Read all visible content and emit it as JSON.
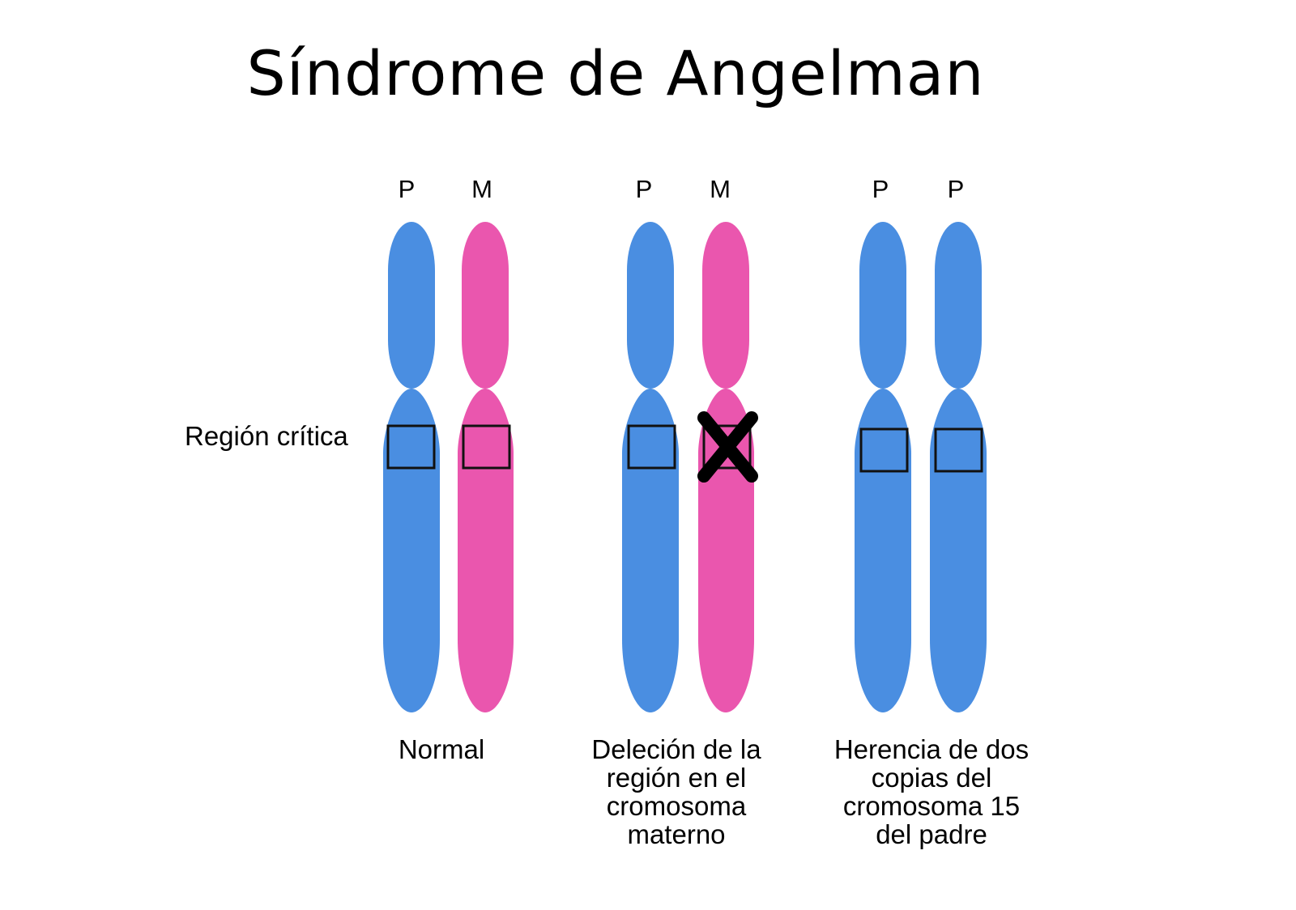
{
  "title": "Síndrome de Angelman",
  "region_label": "Región crítica",
  "colors": {
    "paternal": "#4A8EE1",
    "maternal": "#EA56AE",
    "outline": "#111111"
  },
  "groups": [
    {
      "labels": [
        "P",
        "M"
      ],
      "caption": [
        "Normal"
      ],
      "deleted": [
        false,
        false
      ]
    },
    {
      "labels": [
        "P",
        "M"
      ],
      "caption": [
        "Deleción de la",
        "región en el",
        "cromosoma",
        "materno"
      ],
      "deleted": [
        false,
        true
      ]
    },
    {
      "labels": [
        "P",
        "P"
      ],
      "caption": [
        "Herencia de dos",
        "copias del",
        "cromosoma 15",
        "del padre"
      ],
      "deleted": [
        false,
        false
      ]
    }
  ]
}
